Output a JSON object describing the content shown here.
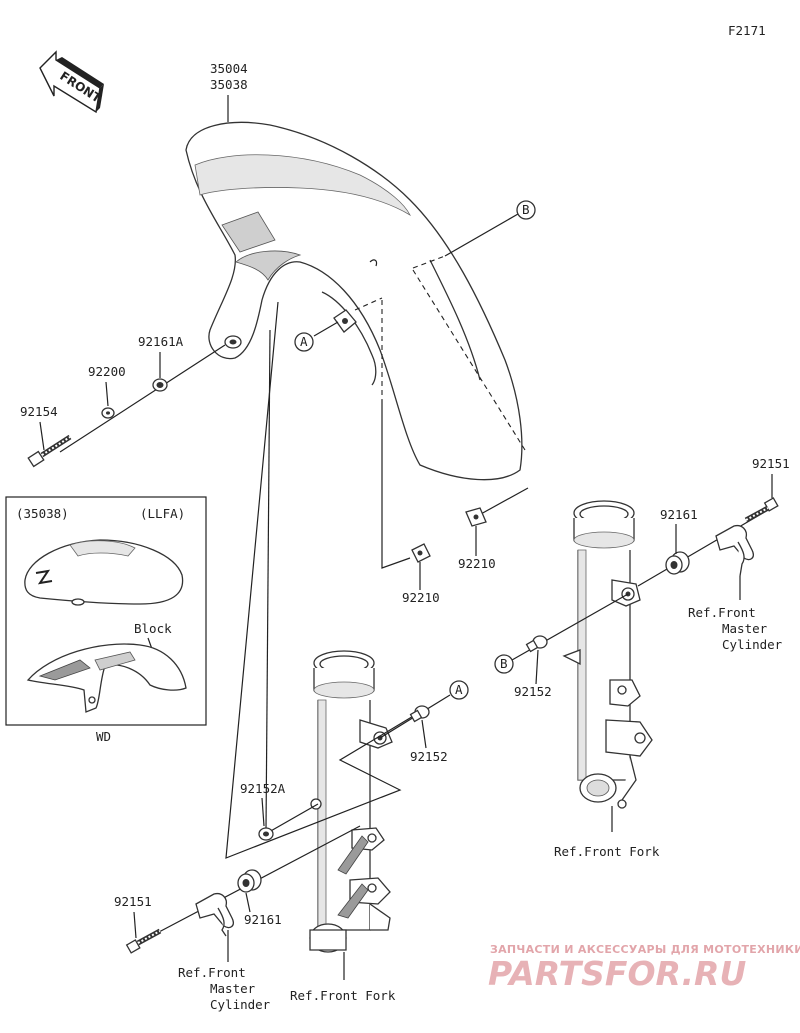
{
  "figure_id": "F2171",
  "front_arrow_label": "FRONT",
  "labels": {
    "fender_part_a": "35004",
    "fender_part_b": "35038",
    "p92161A": "92161A",
    "p92200": "92200",
    "p92154": "92154",
    "p92210_left": "92210",
    "p92210_right": "92210",
    "p92152_left": "92152",
    "p92152_right": "92152",
    "p92152A": "92152A",
    "p92161_left": "92161",
    "p92161_right": "92161",
    "p92151_left": "92151",
    "p92151_right": "92151"
  },
  "callouts": {
    "A_fender": "A",
    "A_bolt": "A",
    "B_fender": "B",
    "B_bolt": "B"
  },
  "ref_left": {
    "cylinder_line1": "Ref.Front",
    "cylinder_line2": "Master",
    "cylinder_line3": "Cylinder",
    "fork": "Ref.Front Fork"
  },
  "ref_right": {
    "cylinder_line1": "Ref.Front",
    "cylinder_line2": "Master",
    "cylinder_line3": "Cylinder",
    "fork": "Ref.Front Fork"
  },
  "inset": {
    "code_left": "(35038)",
    "code_right": "(LLFA)",
    "block_label": "Block",
    "caption": "WD"
  },
  "watermark": {
    "tagline": "ЗАПЧАСТИ И АКСЕССУАРЫ ДЛЯ МОТОТЕХНИКИ",
    "brand": "PARTSFOR.RU"
  }
}
